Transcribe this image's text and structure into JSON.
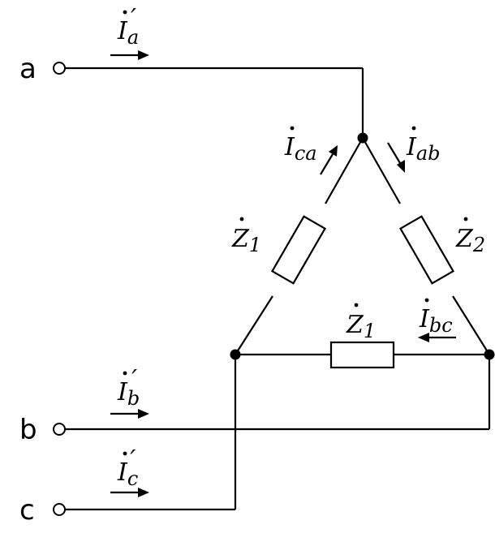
{
  "terminals": {
    "a": "a",
    "b": "b",
    "c": "c"
  },
  "currents": {
    "Ia": {
      "main": "I",
      "sub": "a",
      "prime": "′"
    },
    "Ib": {
      "main": "I",
      "sub": "b",
      "prime": "′"
    },
    "Ic": {
      "main": "I",
      "sub": "c",
      "prime": "′"
    },
    "Ica": {
      "main": "I",
      "sub": "ca"
    },
    "Iab": {
      "main": "I",
      "sub": "ab"
    },
    "Ibc": {
      "main": "I",
      "sub": "bc"
    }
  },
  "impedances": {
    "left": {
      "main": "Z",
      "sub": "1"
    },
    "right": {
      "main": "Z",
      "sub": "2"
    },
    "bottom": {
      "main": "Z",
      "sub": "1"
    }
  }
}
